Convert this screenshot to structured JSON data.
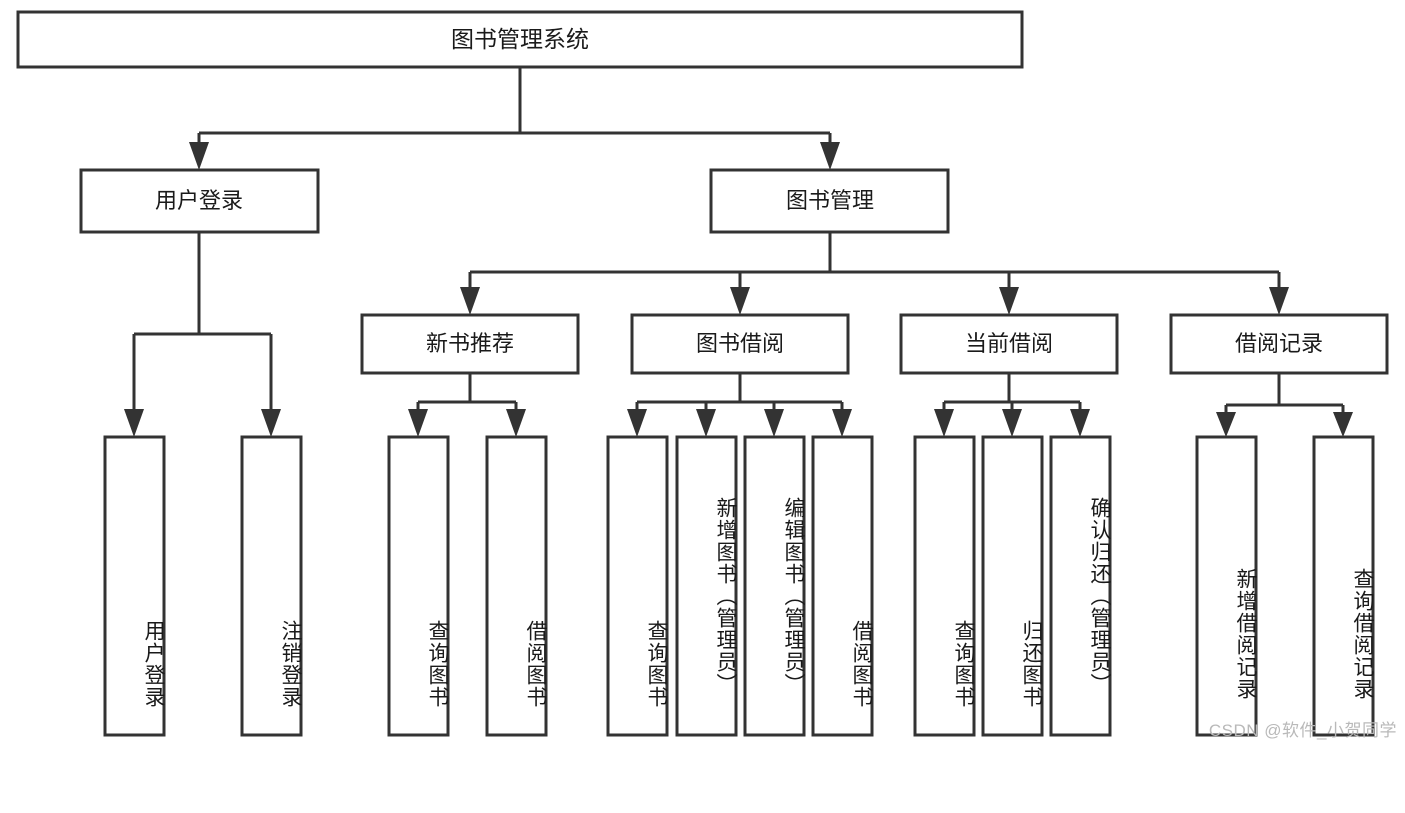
{
  "diagram": {
    "type": "tree-hierarchy-chart",
    "title": "图书管理系统",
    "watermark": "CSDN @软件_小贺同学",
    "colors": {
      "box_fill": "#ffffff",
      "box_stroke": "#333333",
      "text": "#1a1a1a",
      "watermark": "#b9b9b9",
      "background": "#ffffff"
    },
    "levels": [
      {
        "level": 1,
        "nodes": [
          {
            "id": "root",
            "label": "图书管理系统",
            "orientation": "horizontal"
          }
        ]
      },
      {
        "level": 2,
        "nodes": [
          {
            "id": "user-login",
            "label": "用户登录",
            "orientation": "horizontal",
            "parent": "root"
          },
          {
            "id": "book-manage",
            "label": "图书管理",
            "orientation": "horizontal",
            "parent": "root"
          }
        ]
      },
      {
        "level": 3,
        "nodes": [
          {
            "id": "new-book-rec",
            "label": "新书推荐",
            "orientation": "horizontal",
            "parent": "book-manage"
          },
          {
            "id": "book-borrow",
            "label": "图书借阅",
            "orientation": "horizontal",
            "parent": "book-manage"
          },
          {
            "id": "current-borrow",
            "label": "当前借阅",
            "orientation": "horizontal",
            "parent": "book-manage"
          },
          {
            "id": "borrow-record",
            "label": "借阅记录",
            "orientation": "horizontal",
            "parent": "book-manage"
          }
        ]
      },
      {
        "level": 4,
        "nodes": [
          {
            "id": "leaf-user-login",
            "label": "用户登录",
            "orientation": "vertical",
            "parent": "user-login"
          },
          {
            "id": "leaf-logout-login",
            "label": "注销登录",
            "orientation": "vertical",
            "parent": "user-login"
          },
          {
            "id": "leaf-query-book-1",
            "label": "查询图书",
            "orientation": "vertical",
            "parent": "new-book-rec"
          },
          {
            "id": "leaf-borrow-book-1",
            "label": "借阅图书",
            "orientation": "vertical",
            "parent": "new-book-rec"
          },
          {
            "id": "leaf-query-book-2",
            "label": "查询图书",
            "orientation": "vertical",
            "parent": "book-borrow"
          },
          {
            "id": "leaf-add-book-admin",
            "label": "新增图书（管理员）",
            "orientation": "vertical",
            "parent": "book-borrow"
          },
          {
            "id": "leaf-edit-book-admin",
            "label": "编辑图书（管理员）",
            "orientation": "vertical",
            "parent": "book-borrow"
          },
          {
            "id": "leaf-borrow-book-2",
            "label": "借阅图书",
            "orientation": "vertical",
            "parent": "book-borrow"
          },
          {
            "id": "leaf-query-book-3",
            "label": "查询图书",
            "orientation": "vertical",
            "parent": "current-borrow"
          },
          {
            "id": "leaf-return-book",
            "label": "归还图书",
            "orientation": "vertical",
            "parent": "current-borrow"
          },
          {
            "id": "leaf-confirm-return-admin",
            "label": "确认归还（管理员）",
            "orientation": "vertical",
            "parent": "current-borrow"
          },
          {
            "id": "leaf-add-borrow-record",
            "label": "新增借阅记录",
            "orientation": "vertical",
            "parent": "borrow-record"
          },
          {
            "id": "leaf-query-borrow-record",
            "label": "查询借阅记录",
            "orientation": "vertical",
            "parent": "borrow-record"
          }
        ]
      }
    ]
  }
}
